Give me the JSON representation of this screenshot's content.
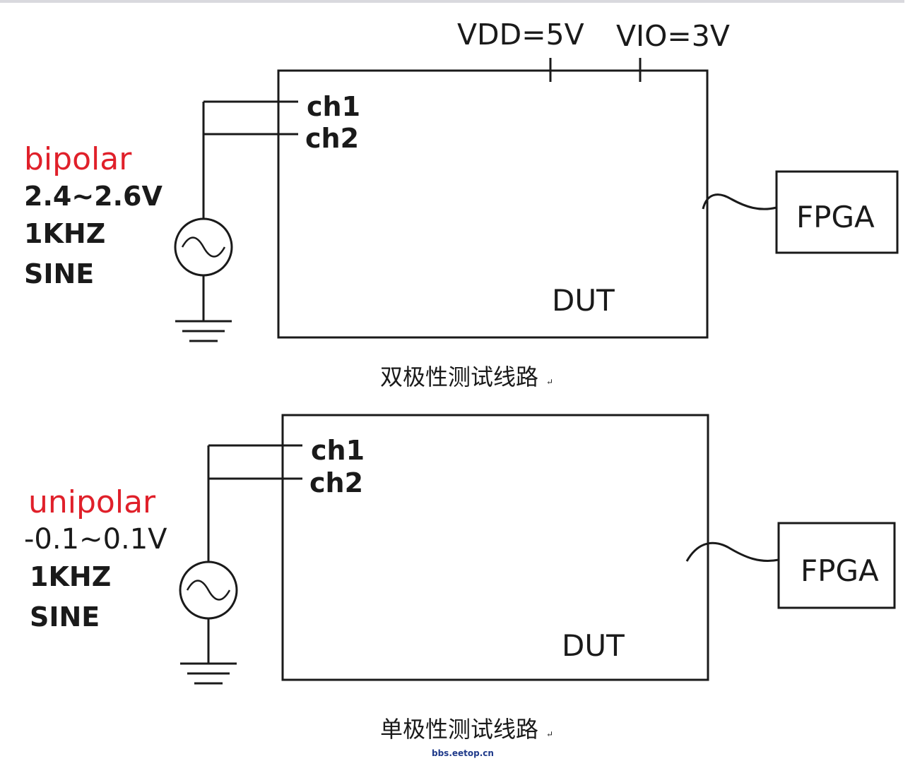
{
  "top_circuit": {
    "mode_label": "bipolar",
    "amplitude": "2.4~2.6V",
    "frequency": "1KHZ",
    "waveform": "SINE",
    "channel_1": "ch1",
    "channel_2": "ch2",
    "supply_vdd": "VDD=5V",
    "supply_vio": "VIO=3V",
    "dut_label": "DUT",
    "fpga_label": "FPGA",
    "caption": "双极性测试线路",
    "caption_mark": "↵"
  },
  "bottom_circuit": {
    "mode_label": "unipolar",
    "amplitude": "-0.1~0.1V",
    "frequency": "1KHZ",
    "waveform": "SINE",
    "channel_1": "ch1",
    "channel_2": "ch2",
    "dut_label": "DUT",
    "fpga_label": "FPGA",
    "caption": "单极性测试线路",
    "caption_mark": "↵"
  },
  "watermark": "bbs.eetop.cn",
  "colors": {
    "accent_red": "#e0202a",
    "line": "#1a1a1a",
    "watermark": "#1f3a8a"
  },
  "icons": {
    "source": "ac-sine-source-icon",
    "ground": "ground-icon"
  }
}
